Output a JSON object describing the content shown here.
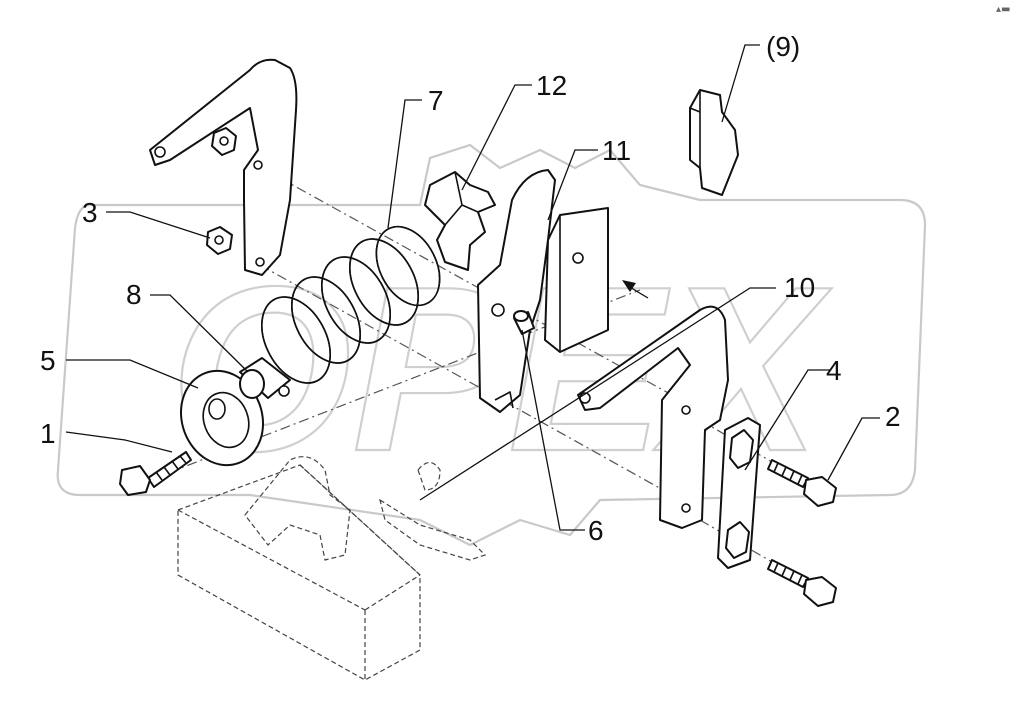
{
  "diagram": {
    "watermark_text": "OPEX",
    "corner_mark": "▴▬",
    "callouts": [
      {
        "id": "c1",
        "text": "1"
      },
      {
        "id": "c2",
        "text": "2"
      },
      {
        "id": "c3",
        "text": "3"
      },
      {
        "id": "c4",
        "text": "4"
      },
      {
        "id": "c5",
        "text": "5"
      },
      {
        "id": "c6",
        "text": "6"
      },
      {
        "id": "c7",
        "text": "7"
      },
      {
        "id": "c8",
        "text": "8"
      },
      {
        "id": "c9",
        "text": "(9)"
      },
      {
        "id": "c10",
        "text": "10"
      },
      {
        "id": "c11",
        "text": "11"
      },
      {
        "id": "c12",
        "text": "12"
      }
    ]
  }
}
